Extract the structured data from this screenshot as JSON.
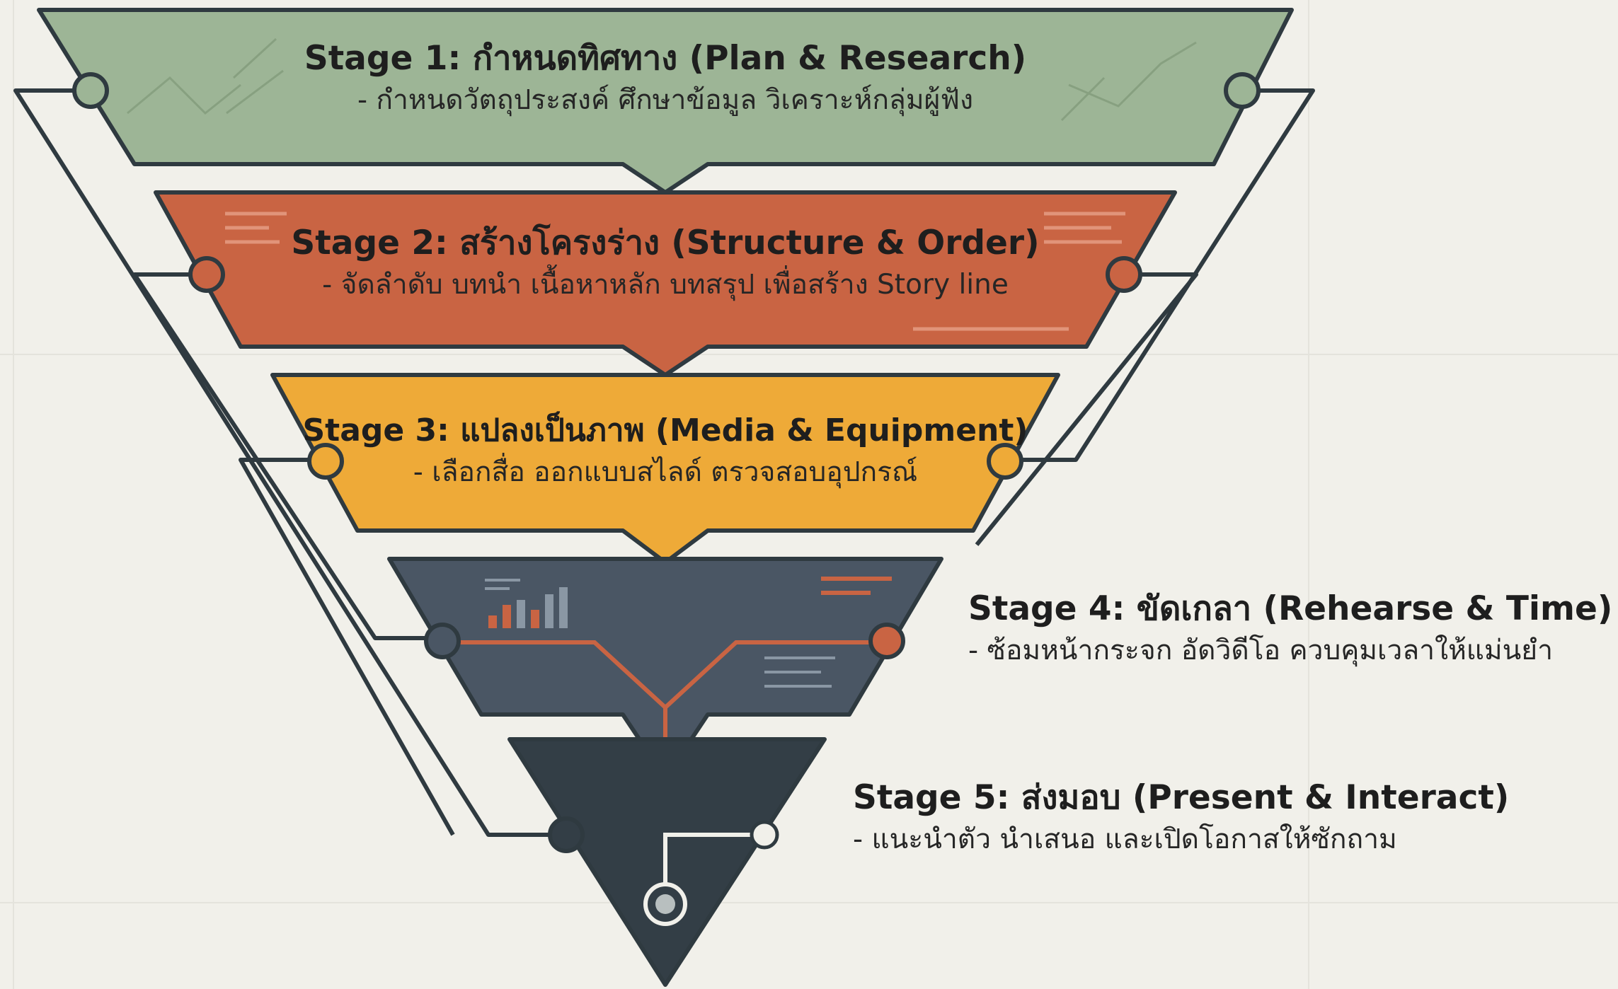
{
  "stages": [
    {
      "title": "Stage 1: กำหนดทิศทาง (Plan & Research)",
      "desc": "- กำหนดวัตถุประสงค์ ศึกษาข้อมูล วิเคราะห์กลุ่มผู้ฟัง",
      "color": "#9db596"
    },
    {
      "title": "Stage 2: สร้างโครงร่าง (Structure & Order)",
      "desc": "- จัดลำดับ บทนำ เนื้อหาหลัก บทสรุป เพื่อสร้าง Story line",
      "color": "#c96443"
    },
    {
      "title": "Stage 3: แปลงเป็นภาพ (Media & Equipment)",
      "desc": "- เลือกสื่อ ออกแบบสไลด์ ตรวจสอบอุปกรณ์",
      "color": "#eeaa38"
    },
    {
      "title": "Stage 4: ขัดเกลา (Rehearse & Time)",
      "desc": "- ซ้อมหน้ากระจก อัดวิดีโอ ควบคุมเวลาให้แม่นยำ",
      "color": "#4a5664"
    },
    {
      "title": "Stage 5: ส่งมอบ (Present & Interact)",
      "desc": "- แนะนำตัว นำเสนอ และเปิดโอกาสให้ซักถาม",
      "color": "#333e46"
    }
  ],
  "colors": {
    "outline": "#2f3a40",
    "background": "#f1f0ea",
    "accent_orange": "#c96443"
  }
}
